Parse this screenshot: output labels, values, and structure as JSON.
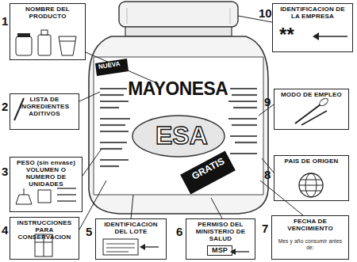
{
  "diagram": {
    "nodes": [
      {
        "text": [
          "NOMBRE DEL PRODUCTO"
        ]
      },
      {
        "text": [
          "LISTA DE INGREDIENTES ADITIVOS"
        ]
      },
      {
        "text": [
          "PESO (sin envase) VOLUMEN O NUMERO DE UNIDADES"
        ]
      },
      {
        "text": [
          "INSTRUCCIONES PARA CONSERVACION"
        ]
      },
      {
        "text": [
          "IDENTIFICACION DEL LOTE"
        ]
      },
      {
        "text": [
          "PERMISO DEL MINISTERIO DE SALUD",
          "MSP"
        ]
      },
      {
        "text": [
          "FECHA DE VENCIMIENTO",
          "Mes y año consumir antes de:"
        ]
      },
      {
        "text": [
          "PAIS DE ORIGEN"
        ]
      },
      {
        "text": [
          "MODO DE EMPLEO"
        ]
      },
      {
        "text": [
          "IDENTIFICACION DE LA EMPRESA",
          "**"
        ]
      }
    ],
    "labels": [
      "1",
      "2",
      "3",
      "4",
      "5",
      "6",
      "7",
      "8",
      "9",
      "10",
      "NUEVA",
      "MAYONESA",
      "ESA",
      "GRATIS"
    ]
  }
}
